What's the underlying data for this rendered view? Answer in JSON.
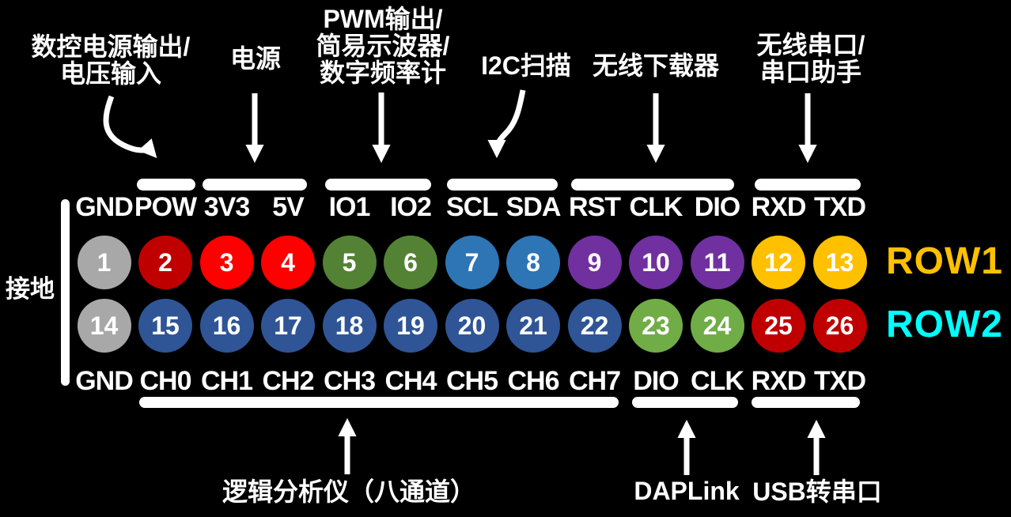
{
  "background": "#000000",
  "left_annotation": {
    "label": "接地"
  },
  "row1": {
    "tag": "ROW1",
    "tag_color": "#ffc000",
    "labels": [
      "GND",
      "POW",
      "3V3",
      "5V",
      "IO1",
      "IO2",
      "SCL",
      "SDA",
      "RST",
      "CLK",
      "DIO",
      "RXD",
      "TXD"
    ],
    "pins": [
      {
        "num": "1",
        "color": "#a8a8a8"
      },
      {
        "num": "2",
        "color": "#c00000"
      },
      {
        "num": "3",
        "color": "#ff0000"
      },
      {
        "num": "4",
        "color": "#ff0000"
      },
      {
        "num": "5",
        "color": "#548235"
      },
      {
        "num": "6",
        "color": "#548235"
      },
      {
        "num": "7",
        "color": "#2e75b6"
      },
      {
        "num": "8",
        "color": "#2e75b6"
      },
      {
        "num": "9",
        "color": "#7030a0"
      },
      {
        "num": "10",
        "color": "#7030a0"
      },
      {
        "num": "11",
        "color": "#7030a0"
      },
      {
        "num": "12",
        "color": "#ffc000"
      },
      {
        "num": "13",
        "color": "#ffc000"
      }
    ]
  },
  "row2": {
    "tag": "ROW2",
    "tag_color": "#00ffff",
    "labels": [
      "GND",
      "CH0",
      "CH1",
      "CH2",
      "CH3",
      "CH4",
      "CH5",
      "CH6",
      "CH7",
      "DIO",
      "CLK",
      "RXD",
      "TXD"
    ],
    "pins": [
      {
        "num": "14",
        "color": "#a8a8a8"
      },
      {
        "num": "15",
        "color": "#2f5597"
      },
      {
        "num": "16",
        "color": "#2f5597"
      },
      {
        "num": "17",
        "color": "#2f5597"
      },
      {
        "num": "18",
        "color": "#2f5597"
      },
      {
        "num": "19",
        "color": "#2f5597"
      },
      {
        "num": "20",
        "color": "#2f5597"
      },
      {
        "num": "21",
        "color": "#2f5597"
      },
      {
        "num": "22",
        "color": "#2f5597"
      },
      {
        "num": "23",
        "color": "#70ad47"
      },
      {
        "num": "24",
        "color": "#70ad47"
      },
      {
        "num": "25",
        "color": "#c00000"
      },
      {
        "num": "26",
        "color": "#c00000"
      }
    ]
  },
  "annotations": {
    "top": [
      {
        "id": "dc-power",
        "lines": [
          "数控电源输出/",
          "电压输入"
        ]
      },
      {
        "id": "power",
        "lines": [
          "电源"
        ]
      },
      {
        "id": "pwm",
        "lines": [
          "PWM输出/",
          "简易示波器/",
          "数字频率计"
        ]
      },
      {
        "id": "i2c",
        "lines": [
          "I2C扫描"
        ]
      },
      {
        "id": "wireless-downloader",
        "lines": [
          "无线下载器"
        ]
      },
      {
        "id": "wireless-serial",
        "lines": [
          "无线串口/",
          "串口助手"
        ]
      }
    ],
    "bottom": [
      {
        "id": "logic-analyzer",
        "lines": [
          "逻辑分析仪（八通道）"
        ]
      },
      {
        "id": "daplink",
        "lines": [
          "DAPLink"
        ]
      },
      {
        "id": "usb-serial",
        "lines": [
          "USB转串口"
        ]
      }
    ]
  }
}
